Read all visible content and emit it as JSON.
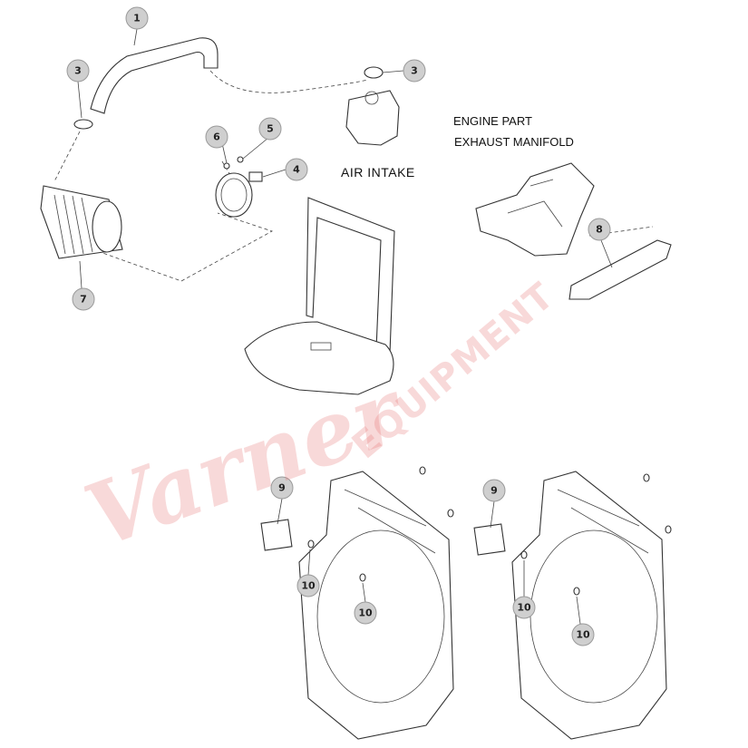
{
  "labels": {
    "air_intake": "AIR INTAKE",
    "engine_part": "ENGINE PART",
    "exhaust_manifold": "EXHAUST MANIFOLD"
  },
  "callouts": [
    "1",
    "3",
    "3",
    "6",
    "5",
    "4",
    "7",
    "8",
    "9",
    "10",
    "10",
    "9",
    "10",
    "10"
  ],
  "watermark": {
    "script": "Varner",
    "block": "EQUIPMENT"
  },
  "colors": {
    "callout_fill": "#cfcfcf",
    "watermark": "#e67878"
  }
}
